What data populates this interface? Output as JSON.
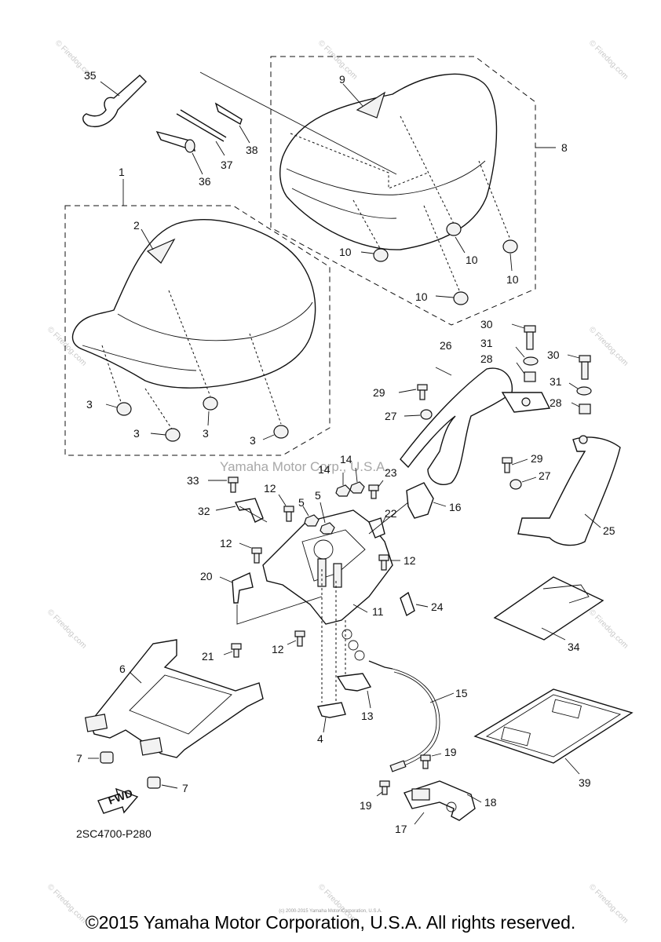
{
  "diagram_code": "2SC4700-P280",
  "center_watermark": "Yamaha Motor Corp., U.S.A.",
  "corner_watermark": "© Firedog.com",
  "fwd_label": "FWD",
  "copyright": "©2015 Yamaha Motor Corporation, U.S.A. All rights reserved.",
  "small_copyright": "(c) 2000-2015 Yamaha Motor Corporation, U.S.A.",
  "callouts": {
    "c1": "1",
    "c2": "2",
    "c3a": "3",
    "c3b": "3",
    "c3c": "3",
    "c3d": "3",
    "c4": "4",
    "c5a": "5",
    "c5b": "5",
    "c6": "6",
    "c7a": "7",
    "c7b": "7",
    "c8": "8",
    "c9": "9",
    "c10a": "10",
    "c10b": "10",
    "c10c": "10",
    "c10d": "10",
    "c11": "11",
    "c12a": "12",
    "c12b": "12",
    "c12c": "12",
    "c12d": "12",
    "c13": "13",
    "c14a": "14",
    "c14b": "14",
    "c15": "15",
    "c16": "16",
    "c17": "17",
    "c18": "18",
    "c19a": "19",
    "c19b": "19",
    "c20": "20",
    "c21": "21",
    "c22": "22",
    "c23": "23",
    "c24": "24",
    "c25": "25",
    "c26": "26",
    "c27a": "27",
    "c27b": "27",
    "c28a": "28",
    "c28b": "28",
    "c29a": "29",
    "c29b": "29",
    "c30a": "30",
    "c30b": "30",
    "c31a": "31",
    "c31b": "31",
    "c32": "32",
    "c33": "33",
    "c34": "34",
    "c35": "35",
    "c36": "36",
    "c37": "37",
    "c38": "38",
    "c39": "39"
  }
}
